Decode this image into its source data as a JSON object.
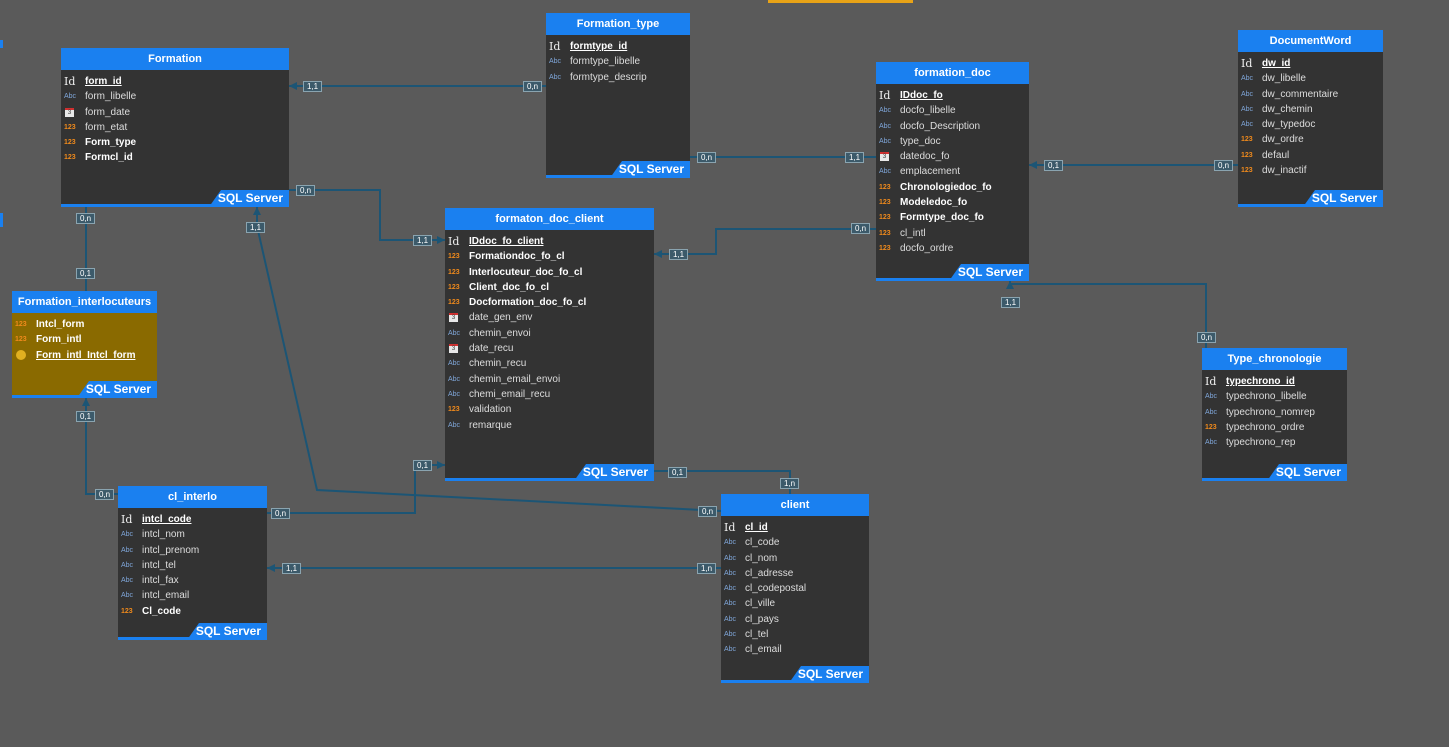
{
  "footer_label": "SQL Server",
  "colors": {
    "header": "#1a80f0",
    "body": "#333333",
    "background": "#5a5a5a",
    "highlight": "#8a6a00",
    "line": "#1c5575"
  },
  "tables": [
    {
      "id": "formation",
      "title": "Formation",
      "columns": [
        {
          "name": "form_id",
          "type": "id",
          "key": "pk"
        },
        {
          "name": "form_libelle",
          "type": "abc"
        },
        {
          "name": "form_date",
          "type": "date"
        },
        {
          "name": "form_etat",
          "type": "int"
        },
        {
          "name": "Form_type",
          "type": "int",
          "key": "fk"
        },
        {
          "name": "Formcl_id",
          "type": "int",
          "key": "fk"
        }
      ]
    },
    {
      "id": "formation_type",
      "title": "Formation_type",
      "columns": [
        {
          "name": "formtype_id",
          "type": "id",
          "key": "pk"
        },
        {
          "name": "formtype_libelle",
          "type": "abc"
        },
        {
          "name": "formtype_descrip",
          "type": "abc"
        }
      ]
    },
    {
      "id": "formation_doc",
      "title": "formation_doc",
      "columns": [
        {
          "name": "IDdoc_fo",
          "type": "id",
          "key": "pk"
        },
        {
          "name": "docfo_libelle",
          "type": "abc"
        },
        {
          "name": "docfo_Description",
          "type": "abc"
        },
        {
          "name": "type_doc",
          "type": "abc"
        },
        {
          "name": "datedoc_fo",
          "type": "date"
        },
        {
          "name": "emplacement",
          "type": "abc"
        },
        {
          "name": "Chronologiedoc_fo",
          "type": "int",
          "key": "fk"
        },
        {
          "name": "Modeledoc_fo",
          "type": "int",
          "key": "fk"
        },
        {
          "name": "Formtype_doc_fo",
          "type": "int",
          "key": "fk"
        },
        {
          "name": "cl_intl",
          "type": "int"
        },
        {
          "name": "docfo_ordre",
          "type": "int"
        }
      ]
    },
    {
      "id": "document_word",
      "title": "DocumentWord",
      "columns": [
        {
          "name": "dw_id",
          "type": "id",
          "key": "pk"
        },
        {
          "name": "dw_libelle",
          "type": "abc"
        },
        {
          "name": "dw_commentaire",
          "type": "abc"
        },
        {
          "name": "dw_chemin",
          "type": "abc"
        },
        {
          "name": "dw_typedoc",
          "type": "abc"
        },
        {
          "name": "dw_ordre",
          "type": "int"
        },
        {
          "name": "defaul",
          "type": "int"
        },
        {
          "name": "dw_inactif",
          "type": "int"
        }
      ]
    },
    {
      "id": "formation_interlocuteurs",
      "title": "Formation_interlocuteurs",
      "columns": [
        {
          "name": "Intcl_form",
          "type": "int",
          "key": "fk"
        },
        {
          "name": "Form_intl",
          "type": "int",
          "key": "fk"
        },
        {
          "name": "Form_intl_Intcl_form",
          "type": "key",
          "key": "pk"
        }
      ]
    },
    {
      "id": "formaton_doc_client",
      "title": "formaton_doc_client",
      "columns": [
        {
          "name": "IDdoc_fo_client",
          "type": "id",
          "key": "pk"
        },
        {
          "name": "Formationdoc_fo_cl",
          "type": "int",
          "key": "fk"
        },
        {
          "name": "Interlocuteur_doc_fo_cl",
          "type": "int",
          "key": "fk"
        },
        {
          "name": "Client_doc_fo_cl",
          "type": "int",
          "key": "fk"
        },
        {
          "name": "Docformation_doc_fo_cl",
          "type": "int",
          "key": "fk"
        },
        {
          "name": "date_gen_env",
          "type": "date"
        },
        {
          "name": "chemin_envoi",
          "type": "abc"
        },
        {
          "name": "date_recu",
          "type": "date"
        },
        {
          "name": "chemin_recu",
          "type": "abc"
        },
        {
          "name": "chemin_email_envoi",
          "type": "abc"
        },
        {
          "name": "chemi_email_recu",
          "type": "abc"
        },
        {
          "name": "validation",
          "type": "int"
        },
        {
          "name": "remarque",
          "type": "abc"
        }
      ]
    },
    {
      "id": "type_chronologie",
      "title": "Type_chronologie",
      "columns": [
        {
          "name": "typechrono_id",
          "type": "id",
          "key": "pk"
        },
        {
          "name": "typechrono_libelle",
          "type": "abc"
        },
        {
          "name": "typechrono_nomrep",
          "type": "abc"
        },
        {
          "name": "typechrono_ordre",
          "type": "int"
        },
        {
          "name": "typechrono_rep",
          "type": "abc"
        }
      ]
    },
    {
      "id": "cl_interlo",
      "title": "cl_interlo",
      "columns": [
        {
          "name": "intcl_code",
          "type": "id",
          "key": "pk"
        },
        {
          "name": "intcl_nom",
          "type": "abc"
        },
        {
          "name": "intcl_prenom",
          "type": "abc"
        },
        {
          "name": "intcl_tel",
          "type": "abc"
        },
        {
          "name": "intcl_fax",
          "type": "abc"
        },
        {
          "name": "intcl_email",
          "type": "abc"
        },
        {
          "name": "Cl_code",
          "type": "int",
          "key": "fk"
        }
      ]
    },
    {
      "id": "client",
      "title": "client",
      "columns": [
        {
          "name": "cl_id",
          "type": "id",
          "key": "pk"
        },
        {
          "name": "cl_code",
          "type": "abc"
        },
        {
          "name": "cl_nom",
          "type": "abc"
        },
        {
          "name": "cl_adresse",
          "type": "abc"
        },
        {
          "name": "cl_codepostal",
          "type": "abc"
        },
        {
          "name": "cl_ville",
          "type": "abc"
        },
        {
          "name": "cl_pays",
          "type": "abc"
        },
        {
          "name": "cl_tel",
          "type": "abc"
        },
        {
          "name": "cl_email",
          "type": "abc"
        }
      ]
    }
  ],
  "cardinalities": [
    "1,1",
    "0,n",
    "0,n",
    "1,1",
    "1,1",
    "0,1",
    "0,n",
    "0,n",
    "1,1",
    "0,n",
    "1,1",
    "0,1",
    "0,1",
    "0,n",
    "0,n",
    "0,1",
    "0,1",
    "1,n",
    "0,n",
    "1,n",
    "1,1",
    "1,1",
    "0,n"
  ]
}
